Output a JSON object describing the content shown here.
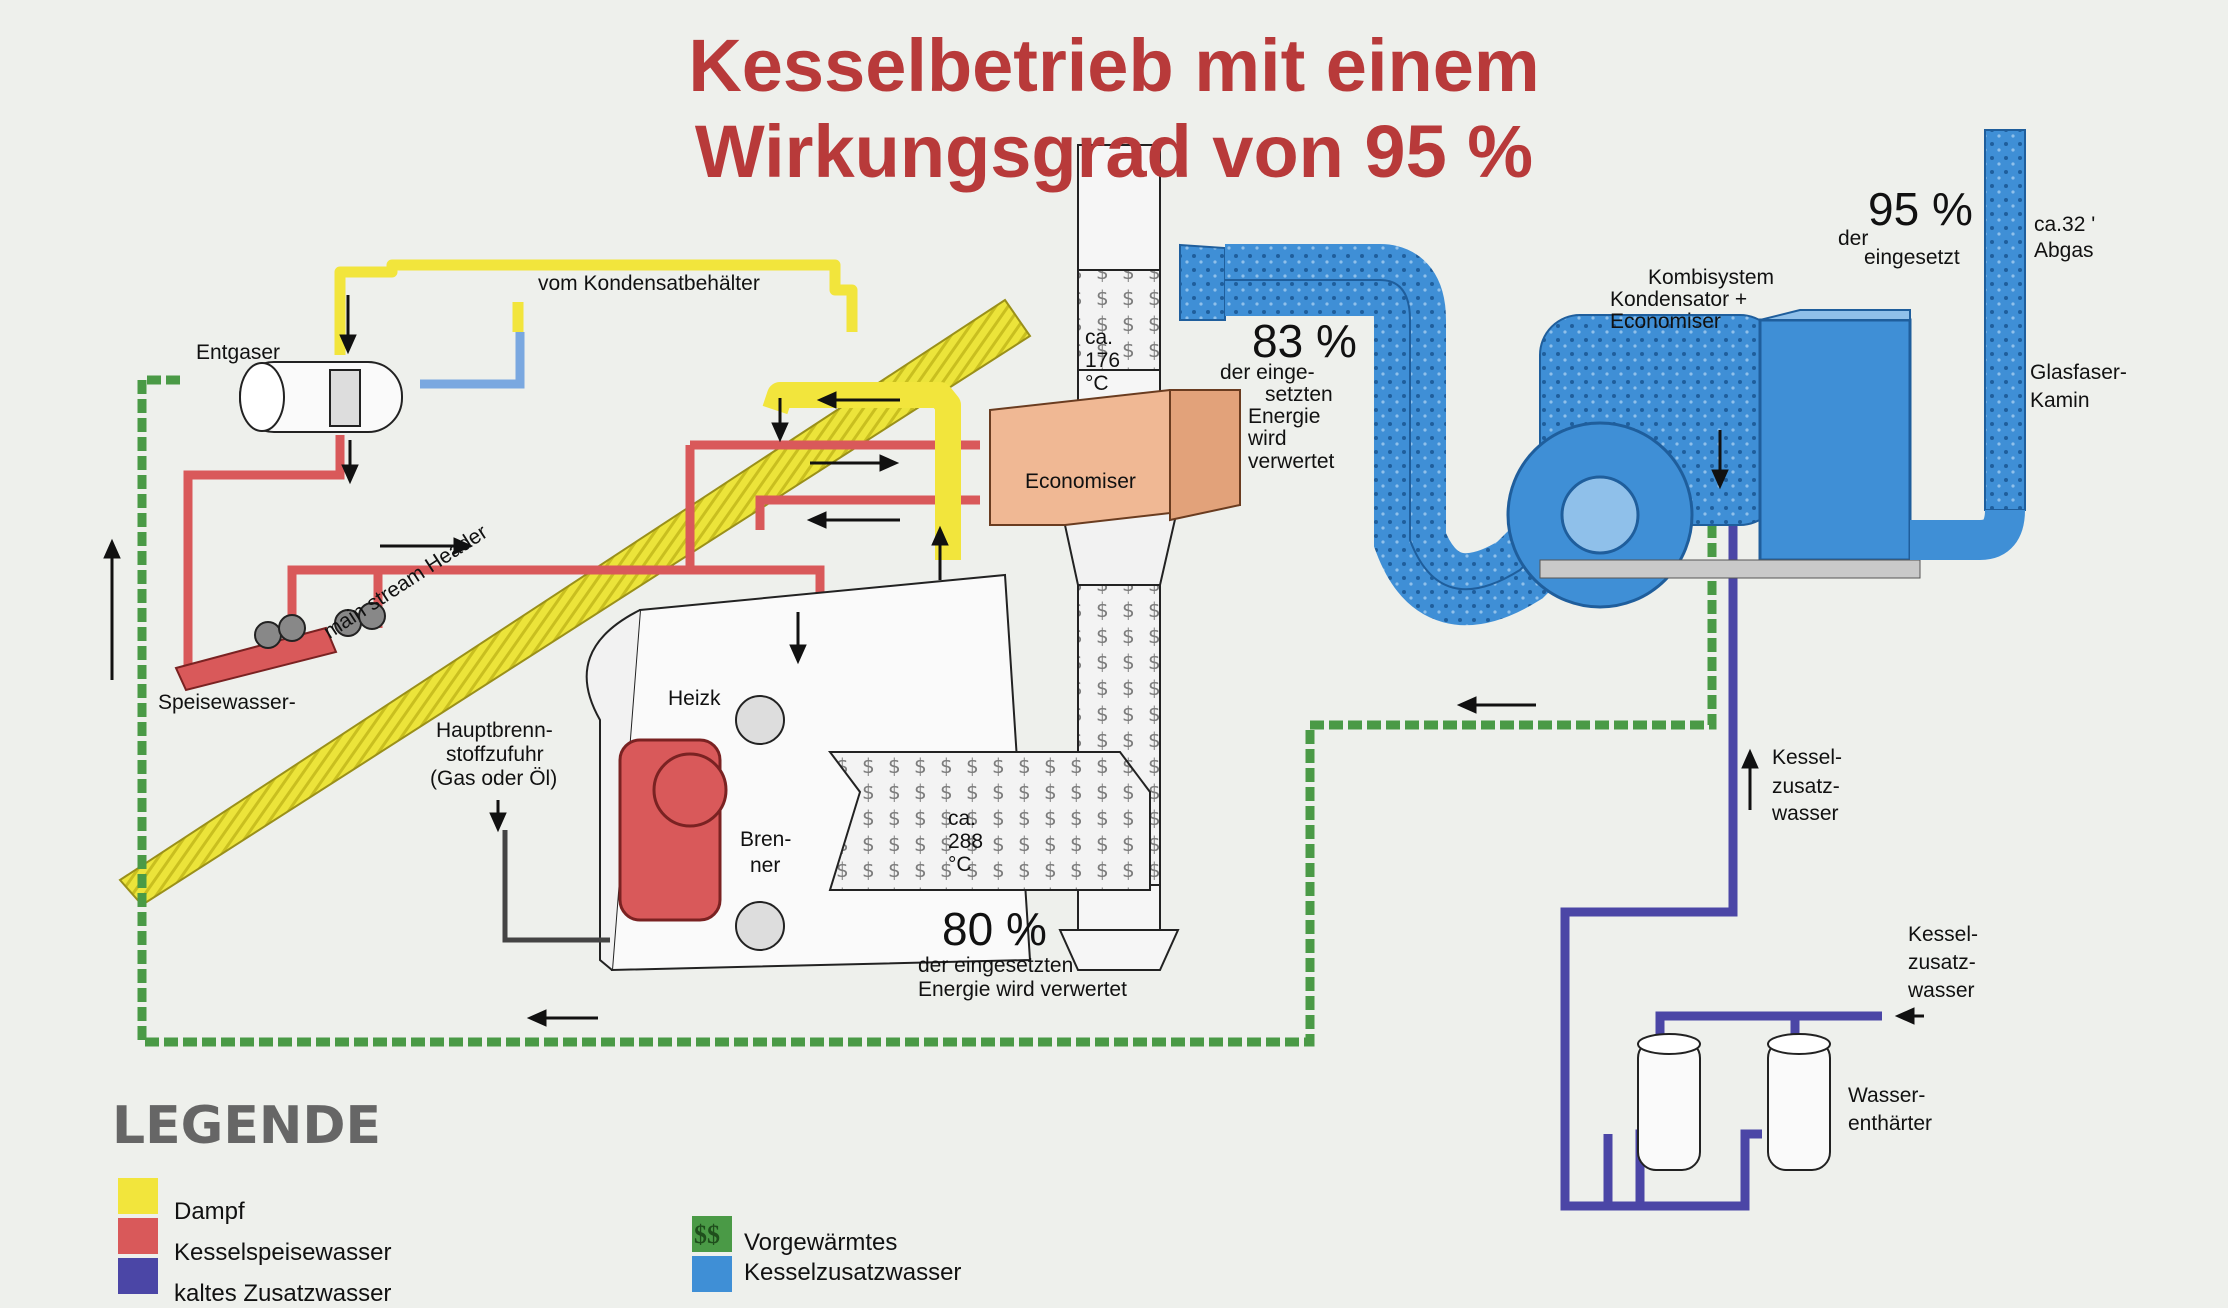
{
  "title": {
    "line1": "Kesselbetrieb mit einem",
    "line2": "Wirkungsgrad von 95 %"
  },
  "labels": {
    "vom_kondensat": "vom Kondensatbehälter",
    "entgaser": "Entgaser",
    "economiser": "Economiser",
    "main_header": "main stream Header",
    "speisewasser": "Speisewasser-",
    "heizk": "Heizk",
    "hauptbrenn_1": "Hauptbrenn-",
    "hauptbrenn_2": "stoffzufuhr",
    "hauptbrenn_3": "(Gas oder Öl)",
    "brenner_1": "Bren-",
    "brenner_2": "ner",
    "temp176_1": "ca.",
    "temp176_2": "176",
    "temp176_3": "°C",
    "temp288_1": "ca.",
    "temp288_2": "288",
    "temp288_3": "°C",
    "kombi_1": "Kombisystem",
    "kombi_2": "Kondensator +",
    "kombi_3": "Economiser",
    "glas_1": "Glasfaser-",
    "glas_2": "Kamin",
    "abgas_1": "ca.32 '",
    "abgas_2": "Abgas",
    "kz1_1": "Kessel-",
    "kz1_2": "zusatz-",
    "kz1_3": "wasser",
    "kz2_1": "Kessel-",
    "kz2_2": "zusatz-",
    "kz2_3": "wasser",
    "enth_1": "Wasser-",
    "enth_2": "enthärter"
  },
  "efficiency": {
    "e83": {
      "pct": "83 %",
      "l1": "der einge-",
      "l2": "setzten",
      "l3": "Energie",
      "l4": "wird",
      "l5": "verwertet"
    },
    "e80": {
      "pct": "80 %",
      "l1": "der eingesetzten",
      "l2": "Energie wird verwertet"
    },
    "e95": {
      "pct": "95 %",
      "l1": "der",
      "l2": "eingesetzt"
    }
  },
  "legend": {
    "title": "LEGENDE",
    "items": [
      {
        "label": "Dampf",
        "color": "#f2e53c"
      },
      {
        "label": "Kesselspeisewasser",
        "color": "#d9595a"
      },
      {
        "label": "kaltes Zusatzwasser",
        "color": "#4b46a6"
      },
      {
        "label": "Vorgewärmtes",
        "color": "#4a9a46"
      },
      {
        "label": "Kesselzusatzwasser",
        "color": "#3f8fd6"
      }
    ],
    "ss_glyph": "$$"
  },
  "colors": {
    "steam": "#f2e53c",
    "feedwater": "#d9595a",
    "cold_makeup": "#4b46a6",
    "preheated": "#4a9a46",
    "flue_blue": "#3f8fd6",
    "title_red": "#b83a3a",
    "economiser": "#f0b894"
  }
}
